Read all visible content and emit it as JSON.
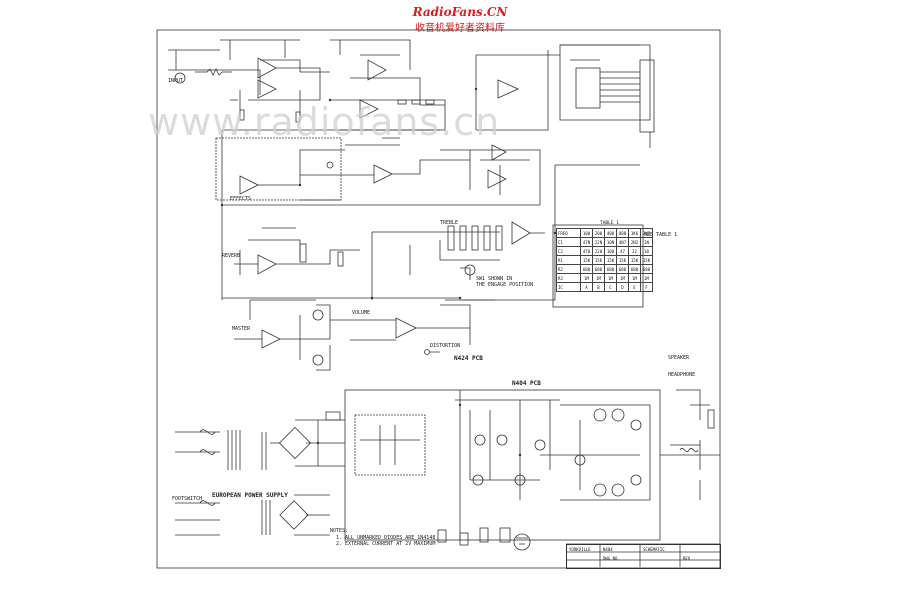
{
  "header": {
    "site": "RadioFans.CN",
    "site_sub": "收音机爱好者资料库"
  },
  "watermark": "www.radiofans.cn",
  "labels": {
    "effects": "EFFECTS",
    "reverb": "REVERB",
    "treble": "TREBLE",
    "master": "MASTER",
    "volume": "VOLUME",
    "distortion": "DISTORTION",
    "pcb_n424": "N424 PCB",
    "pcb_n404": "N404 PCB",
    "euro_supply": "EUROPEAN POWER SUPPLY",
    "notes_title": "NOTES:",
    "note1": "1. ALL UNMARKED DIODES ARE 1N4148",
    "note2": "2. EXTERNAL CURRENT AT 2V MAXIMUM",
    "footswitch": "FOOTSWITCH",
    "speaker": "SPEAKER",
    "headphone": "HEADPHONE",
    "input": "INPUT",
    "table_caption": "TABLE 1",
    "table_note": "SEE TABLE 1",
    "switch_label": "SW1 SHOWN IN",
    "switch_label2": "THE ENGAGE POSITION"
  },
  "table": {
    "rows": [
      [
        "FREQ",
        "100",
        "200",
        "400",
        "800",
        "1K6",
        "3K2"
      ],
      [
        "C1",
        "47N",
        "22N",
        "10N",
        "4N7",
        "2N2",
        "1N"
      ],
      [
        "C2",
        "470",
        "220",
        "100",
        "47",
        "22",
        "10"
      ],
      [
        "R1",
        "15K",
        "15K",
        "15K",
        "15K",
        "15K",
        "15K"
      ],
      [
        "R2",
        "680",
        "680",
        "680",
        "680",
        "680",
        "680"
      ],
      [
        "R3",
        "1M",
        "1M",
        "1M",
        "1M",
        "1M",
        "1M"
      ],
      [
        "IC",
        "A",
        "B",
        "C",
        "D",
        "E",
        "F"
      ]
    ]
  },
  "titleblock": {
    "company": "YORKVILLE",
    "model": "N404",
    "title": "SCHEMATIC",
    "dwg": "DWG NO.",
    "rev": "REV"
  }
}
